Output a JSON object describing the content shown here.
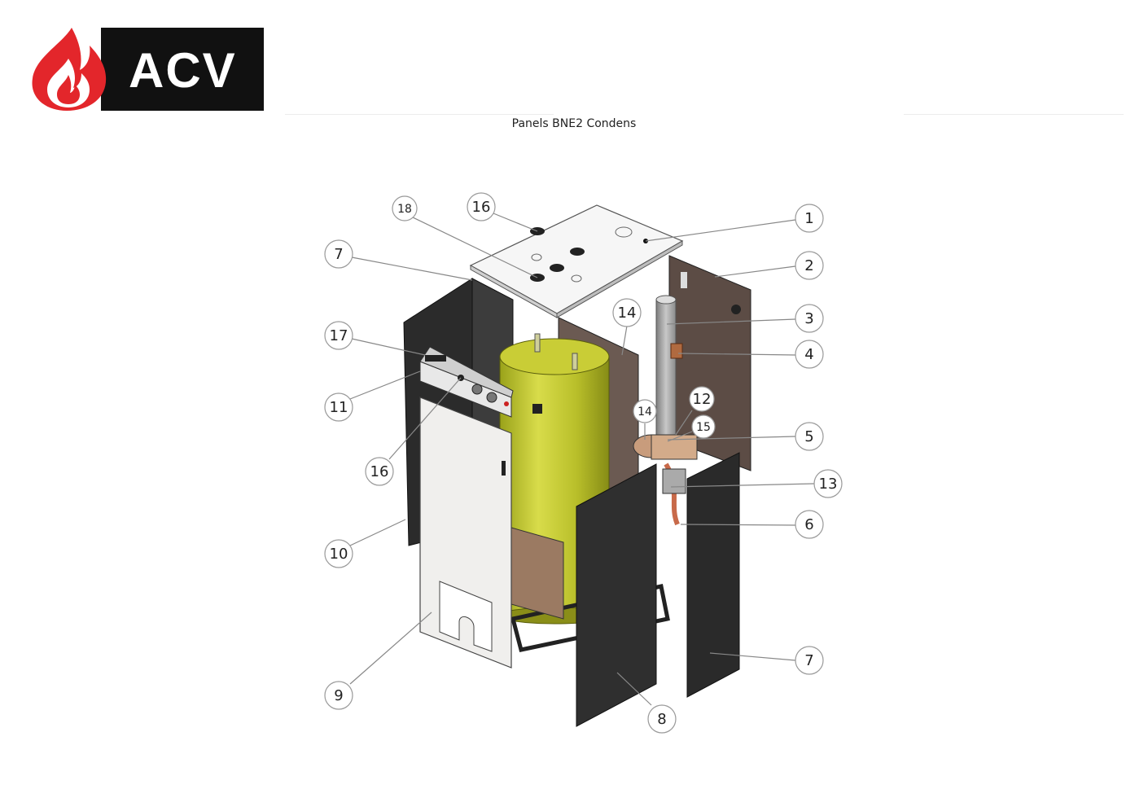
{
  "logo": {
    "text": "ACV",
    "flame_color": "#e3262b",
    "bar_color": "#111111"
  },
  "title": "Panels BNE2 Condens",
  "callouts": [
    "1",
    "2",
    "3",
    "4",
    "5",
    "6",
    "7",
    "7",
    "8",
    "9",
    "10",
    "11",
    "12",
    "13",
    "14",
    "14",
    "15",
    "16",
    "16",
    "17",
    "18"
  ]
}
